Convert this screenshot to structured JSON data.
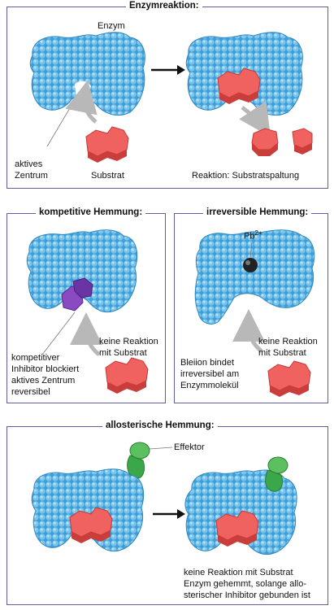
{
  "panel1": {
    "title": "Enzymreaktion:",
    "enzym": "Enzym",
    "aktives_line1": "aktives",
    "aktives_line2": "Zentrum",
    "substrat": "Substrat",
    "reaktion": "Reaktion:  Substratspaltung"
  },
  "panel2": {
    "title": "kompetitive Hemmung:",
    "keine_line1": "keine Reaktion",
    "keine_line2": "mit Substrat",
    "desc": [
      "kompetitiver",
      "Inhibitor blockiert",
      "aktives Zentrum",
      "reversibel"
    ]
  },
  "panel3": {
    "title": "irreversible Hemmung:",
    "ion_base": "Pb",
    "ion_charge": "2+",
    "keine_line1": "keine Reaktion",
    "keine_line2": "mit Substrat",
    "desc": [
      "Bleiion bindet",
      "irreversibel am",
      "Enzymmolekül"
    ]
  },
  "panel4": {
    "title": "allosterische Hemmung:",
    "effektor": "Effektor",
    "desc": [
      "keine Reaktion mit Substrat",
      "Enzym gehemmt, solange allo-",
      "sterischer Inhibitor gebunden ist"
    ]
  },
  "colors": {
    "panel_border": "#5a5fa8",
    "enzyme": "#4aa6dc",
    "substrate": "#f0625f",
    "inhibitor": "#7a3fb0",
    "effector": "#3aa84a",
    "lead_ion": "#222222",
    "arrow_gray": "#b8b8b8"
  }
}
